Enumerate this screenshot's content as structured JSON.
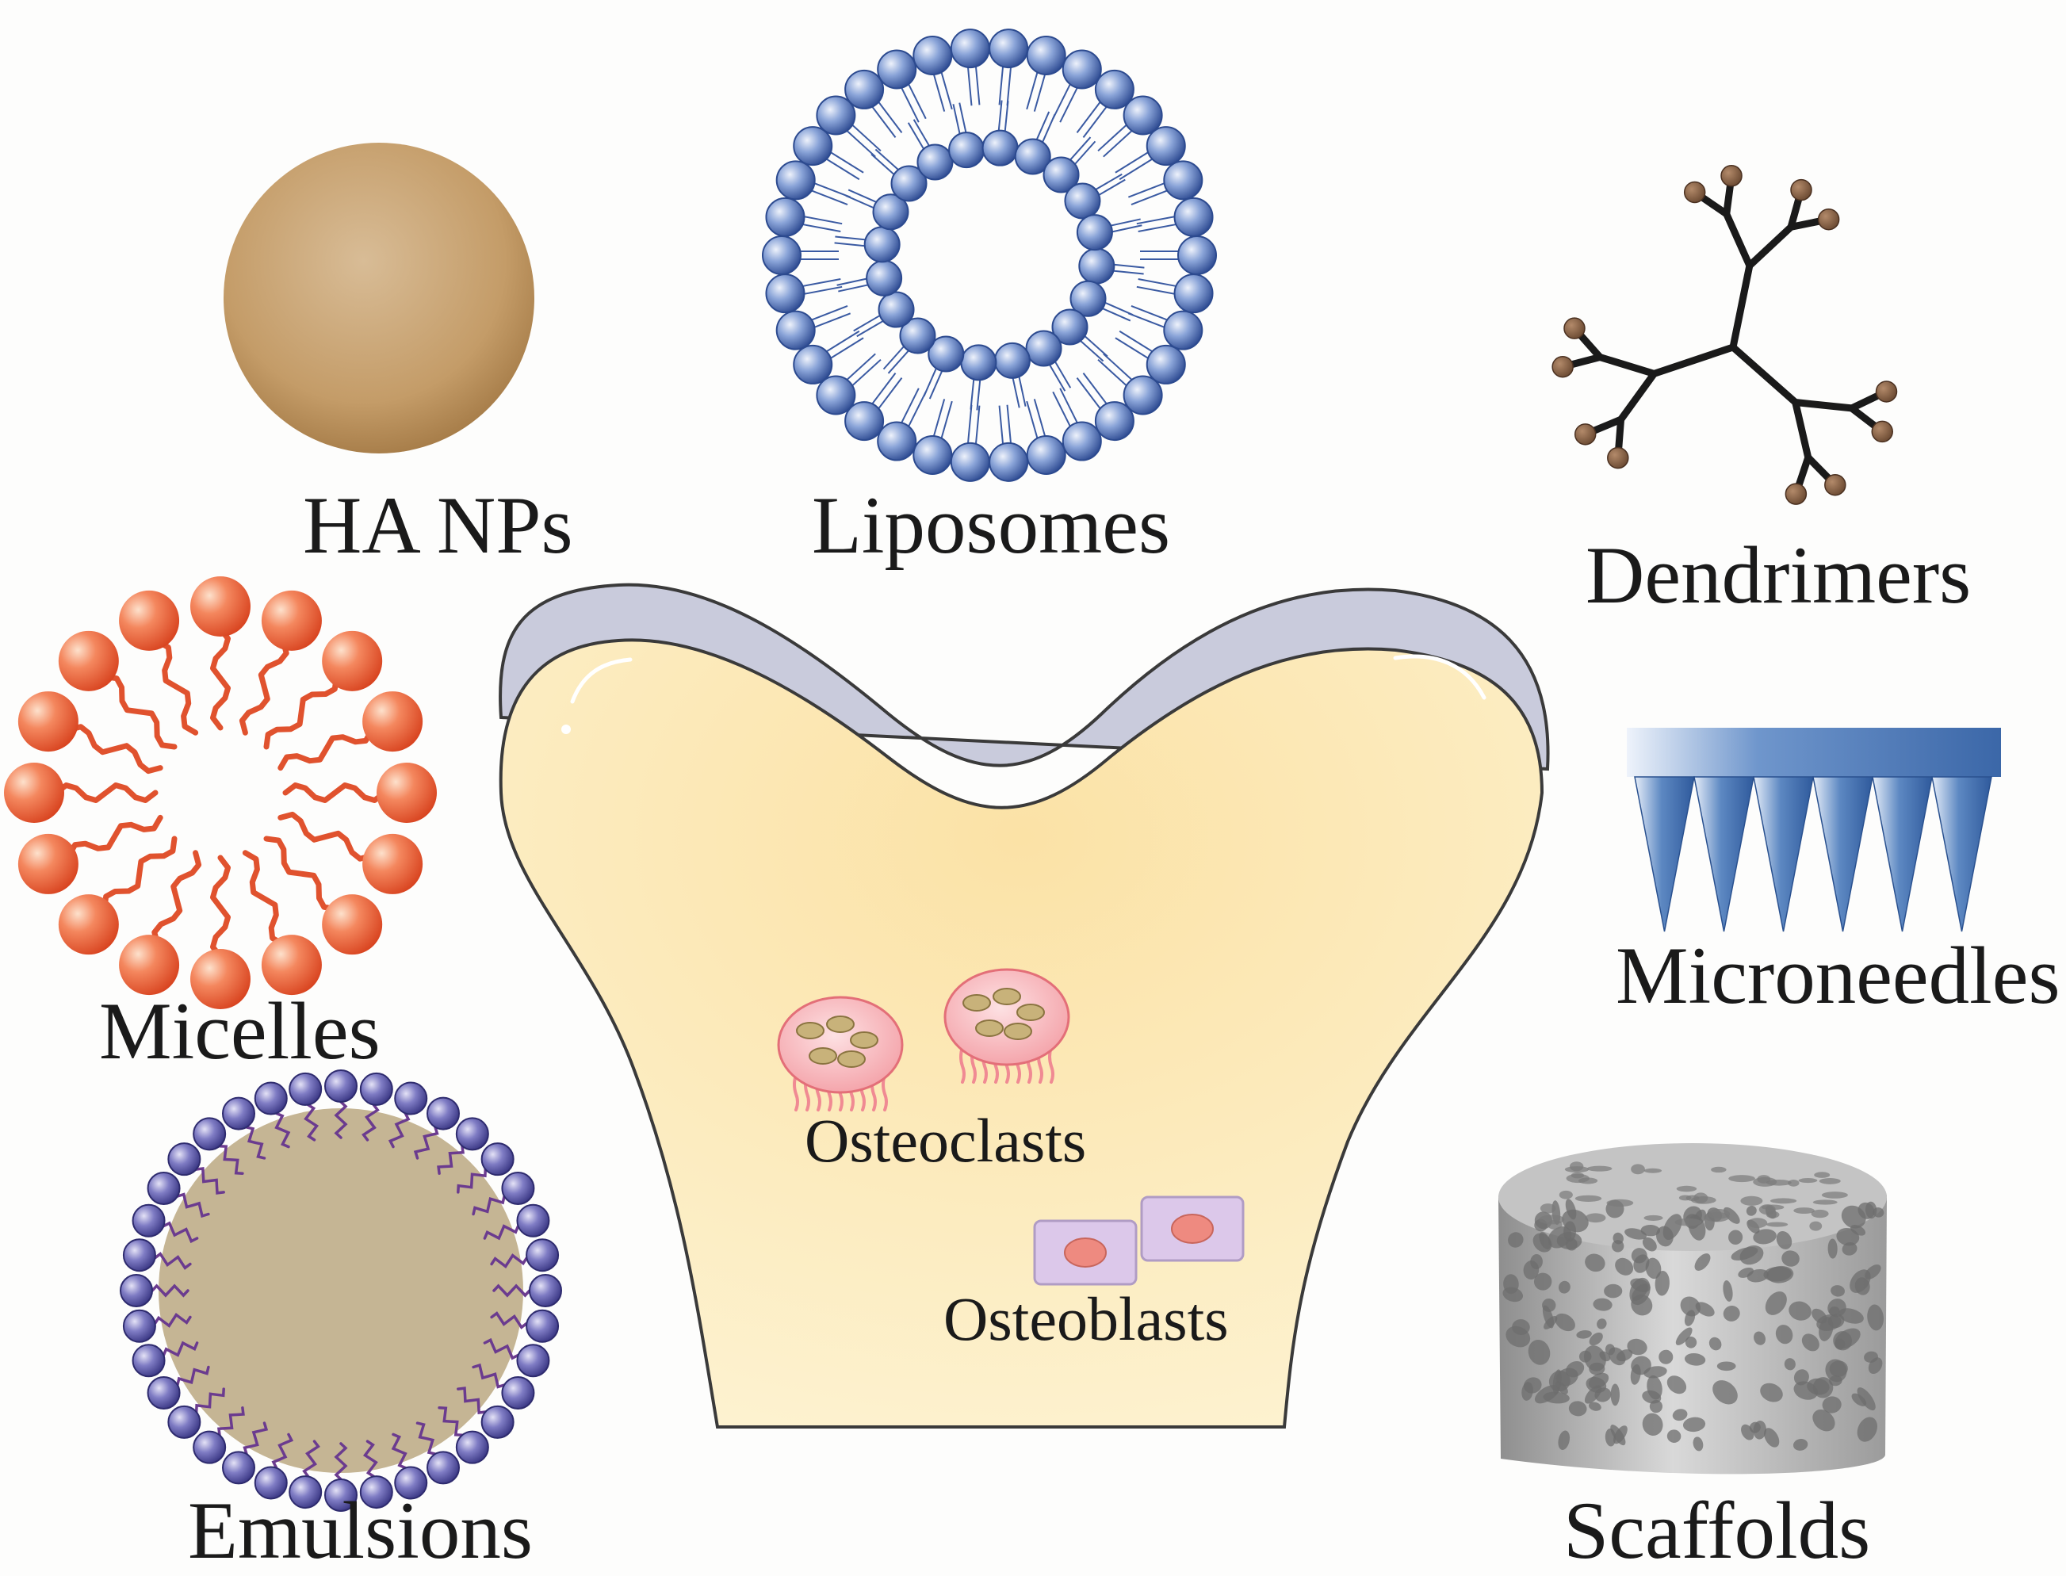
{
  "labels": {
    "ha_nps": "HA NPs",
    "liposomes": "Liposomes",
    "dendrimers": "Dendrimers",
    "micelles": "Micelles",
    "microneedles": "Microneedles",
    "emulsions": "Emulsions",
    "scaffolds": "Scaffolds",
    "osteoclasts": "Osteoclasts",
    "osteoblasts": "Osteoblasts"
  },
  "colors": {
    "background": "#fdfdfc",
    "bone_fill": "#fbe9b8",
    "bone_cap": "#cdcfdf",
    "ha_np": "#c79f6d",
    "liposome_head": "#4e6bb3",
    "dendrimer_node": "#7a563c",
    "micelle_head": "#ec5a34",
    "microneedle": "#4672b0",
    "emulsion_head": "#5b59a6",
    "emulsion_core": "#c6b596",
    "scaffold": "#9a9a9a",
    "osteoclast": "#f7b5b9",
    "osteoblast": "#d9c4e6"
  }
}
